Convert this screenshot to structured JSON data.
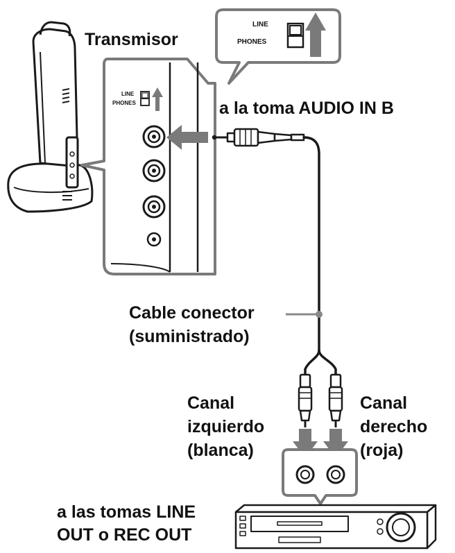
{
  "labels": {
    "transmitter": "Transmisor",
    "input_jack": "a la toma AUDIO IN B",
    "cable_line1": "Cable conector",
    "cable_line2": "(suministrado)",
    "left_channel_line1": "Canal",
    "left_channel_line2": "izquierdo",
    "left_channel_line3": "(blanca)",
    "right_channel_line1": "Canal",
    "right_channel_line2": "derecho",
    "right_channel_line3": "(roja)",
    "output_line1": "a las tomas LINE",
    "output_line2": "OUT o REC OUT"
  },
  "switch": {
    "line": "LINE",
    "phones": "PHONES"
  },
  "colors": {
    "line": "#1a1a1a",
    "callout_fill": "#ffffff",
    "arrow": "#7a7a7a",
    "panel_gray": "#c8c8c8",
    "cable_dot": "#888888"
  }
}
